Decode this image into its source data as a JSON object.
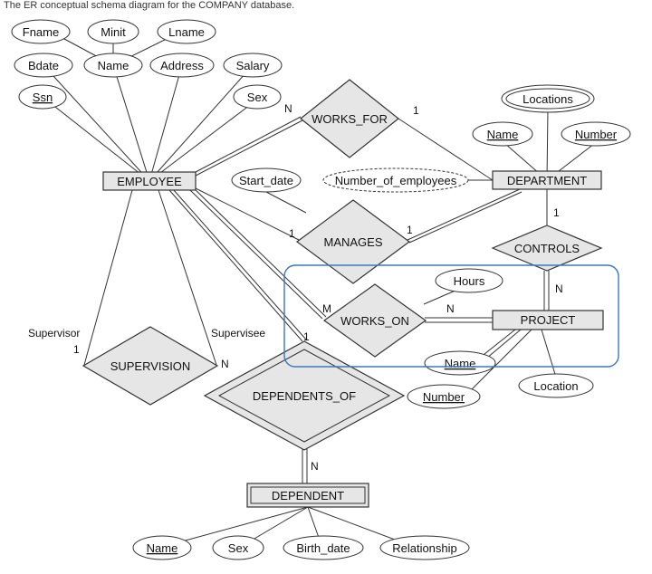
{
  "caption": "The ER conceptual schema diagram for the COMPANY database.",
  "entities": {
    "employee": "EMPLOYEE",
    "department": "DEPARTMENT",
    "project": "PROJECT",
    "dependent": "DEPENDENT"
  },
  "relationships": {
    "works_for": "WORKS_FOR",
    "manages": "MANAGES",
    "controls": "CONTROLS",
    "works_on": "WORKS_ON",
    "supervision": "SUPERVISION",
    "dependents_of": "DEPENDENTS_OF"
  },
  "attributes": {
    "fname": "Fname",
    "minit": "Minit",
    "lname": "Lname",
    "bdate": "Bdate",
    "emp_name": "Name",
    "address": "Address",
    "salary": "Salary",
    "ssn": "Ssn",
    "sex": "Sex",
    "locations": "Locations",
    "dept_name": "Name",
    "dept_number": "Number",
    "start_date": "Start_date",
    "number_of_employees": "Number_of_employees",
    "hours": "Hours",
    "proj_name": "Name",
    "proj_number": "Number",
    "proj_location": "Location",
    "dep_name": "Name",
    "dep_sex": "Sex",
    "birth_date": "Birth_date",
    "relationship": "Relationship"
  },
  "roles": {
    "supervisor": "Supervisor",
    "supervisee": "Supervisee"
  },
  "cardinalities": {
    "works_for_employee": "N",
    "works_for_department": "1",
    "manages_employee": "1",
    "manages_department": "1",
    "controls_department": "1",
    "controls_project": "N",
    "works_on_employee": "M",
    "works_on_project": "N",
    "supervision_supervisor": "1",
    "supervision_supervisee": "N",
    "dependents_of_employee": "1",
    "dependents_of_dependent": "N"
  },
  "colors": {
    "entity_fill": "#e6e6e6",
    "relationship_fill": "#e6e6e6",
    "line": "#333333",
    "highlight_box": "#3a78c4"
  }
}
